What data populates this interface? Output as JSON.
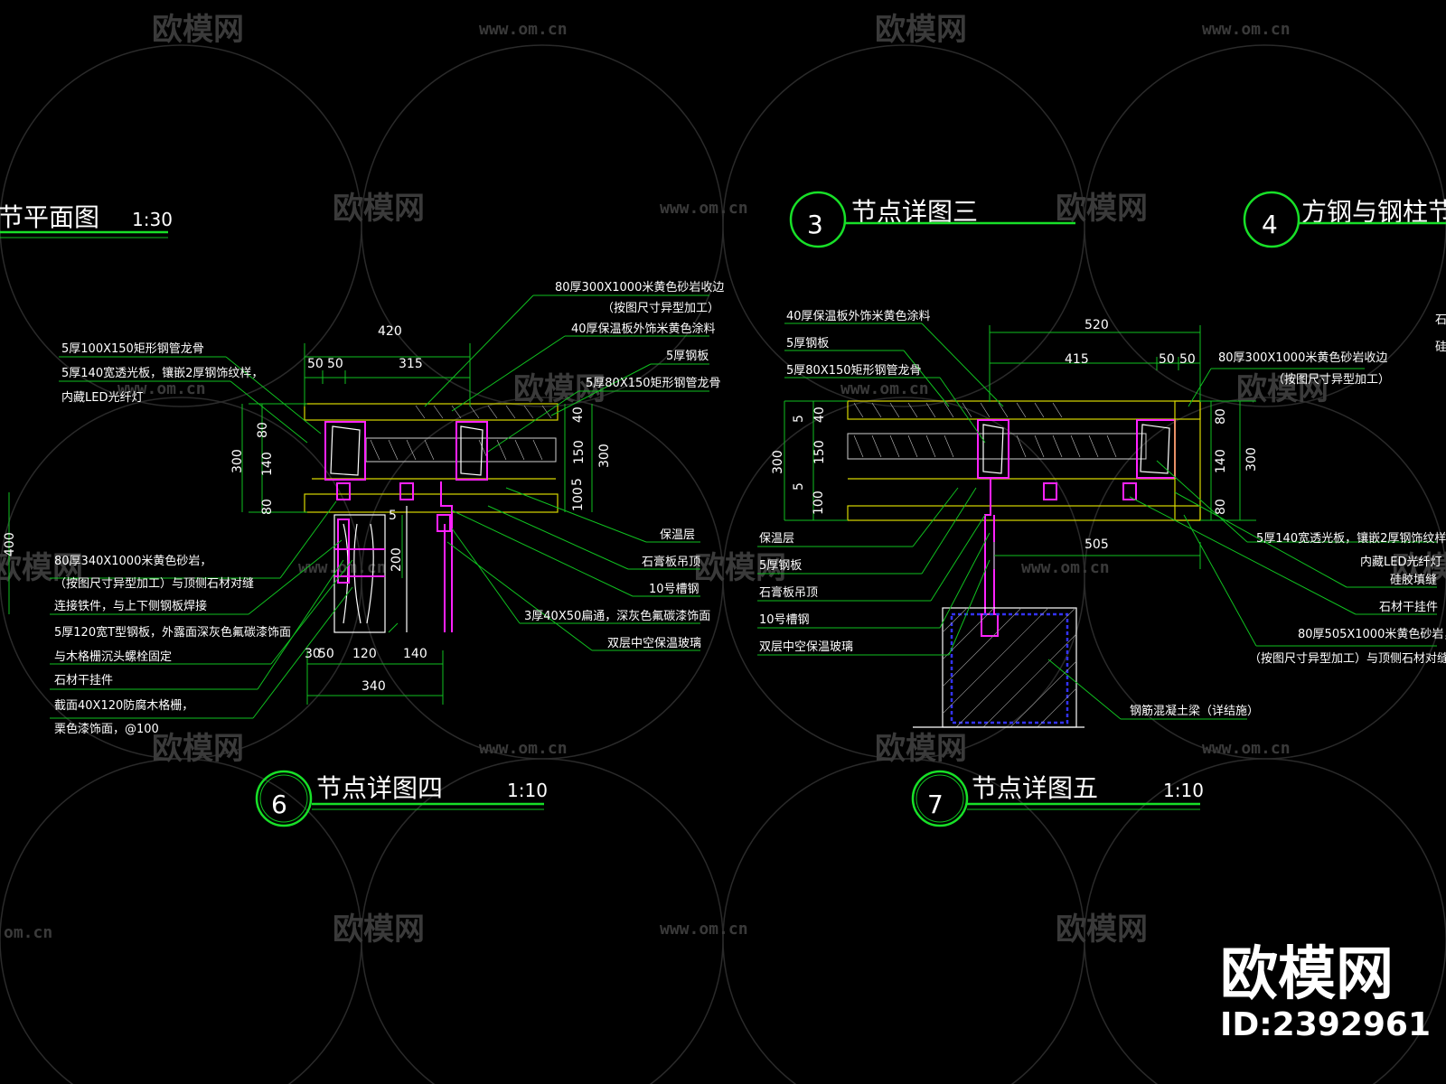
{
  "watermark": {
    "brand": "欧模网",
    "url": "www.om.cn",
    "url_partial": "om.cn"
  },
  "brand_corner": {
    "name": "欧模网",
    "id": "ID:2392961"
  },
  "partial_titles": {
    "plan": "节平面图",
    "plan_scale": "1:30",
    "detail3": "节点详图三",
    "detail3_num": "3",
    "detail4": "方钢与钢柱节",
    "detail4_num": "4"
  },
  "detail6": {
    "number": "6",
    "title": "节点详图四",
    "scale": "1:10",
    "labels_left": [
      "5厚100X150矩形钢管龙骨",
      "5厚140宽透光板，镶嵌2厚钢饰纹样，",
      "内藏LED光纤灯",
      "80厚340X1000米黄色砂岩，",
      "（按图尺寸异型加工）与顶侧石材对缝",
      "连接铁件，与上下侧钢板焊接",
      "5厚120宽T型钢板，外露面深灰色氟碳漆饰面",
      "与木格栅沉头螺栓固定",
      "石材干挂件",
      "截面40X120防腐木格栅，",
      "栗色漆饰面，@100"
    ],
    "labels_right": [
      "80厚300X1000米黄色砂岩收边",
      "（按图尺寸异型加工）",
      "40厚保温板外饰米黄色涂料",
      "5厚钢板",
      "5厚80X150矩形钢管龙骨",
      "保温层",
      "石膏板吊顶",
      "10号槽钢",
      "3厚40X50扁通，深灰色氟碳漆饰面",
      "双层中空保温玻璃"
    ],
    "dims": [
      "420",
      "50",
      "50",
      "315",
      "80",
      "140",
      "80",
      "300",
      "40",
      "150",
      "5",
      "100",
      "300",
      "200",
      "5",
      "30",
      "50",
      "120",
      "140",
      "340",
      "400"
    ]
  },
  "detail7": {
    "number": "7",
    "title": "节点详图五",
    "scale": "1:10",
    "labels_left": [
      "40厚保温板外饰米黄色涂料",
      "5厚钢板",
      "5厚80X150矩形钢管龙骨",
      "保温层",
      "5厚钢板",
      "石膏板吊顶",
      "10号槽钢",
      "双层中空保温玻璃"
    ],
    "labels_right": [
      "80厚300X1000米黄色砂岩收边",
      "（按图尺寸异型加工）",
      "5厚140宽透光板，镶嵌2厚钢饰纹样，",
      "内藏LED光纤灯",
      "硅胶填缝",
      "石材干挂件",
      "80厚505X1000米黄色砂岩，",
      "（按图尺寸异型加工）与顶侧石材对缝",
      "钢筋混凝土梁（详结施）"
    ],
    "edge_right": [
      "石",
      "硅"
    ],
    "dims": [
      "520",
      "415",
      "50",
      "50",
      "5",
      "40",
      "150",
      "5",
      "100",
      "300",
      "80",
      "140",
      "80",
      "300",
      "505"
    ]
  }
}
